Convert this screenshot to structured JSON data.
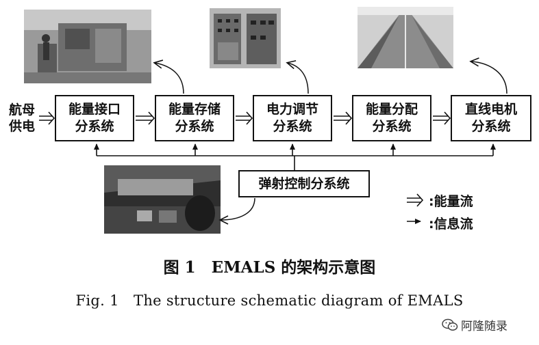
{
  "source_label_line1": "航母",
  "source_label_line2": "供电",
  "boxes": {
    "interface": {
      "line1": "能量接口",
      "line2": "分系统"
    },
    "storage": {
      "line1": "能量存储",
      "line2": "分系统"
    },
    "regulation": {
      "line1": "电力调节",
      "line2": "分系统"
    },
    "distribution": {
      "line1": "能量分配",
      "line2": "分系统"
    },
    "motor": {
      "line1": "直线电机",
      "line2": "分系统"
    },
    "control": {
      "label": "弹射控制分系统"
    }
  },
  "legend": {
    "energy_flow": ":能量流",
    "info_flow": ":信息流"
  },
  "caption": {
    "cn": "图 1　EMALS 的架构示意图",
    "en": "Fig. 1　The structure schematic diagram of EMALS"
  },
  "watermark": "阿隆随录"
}
